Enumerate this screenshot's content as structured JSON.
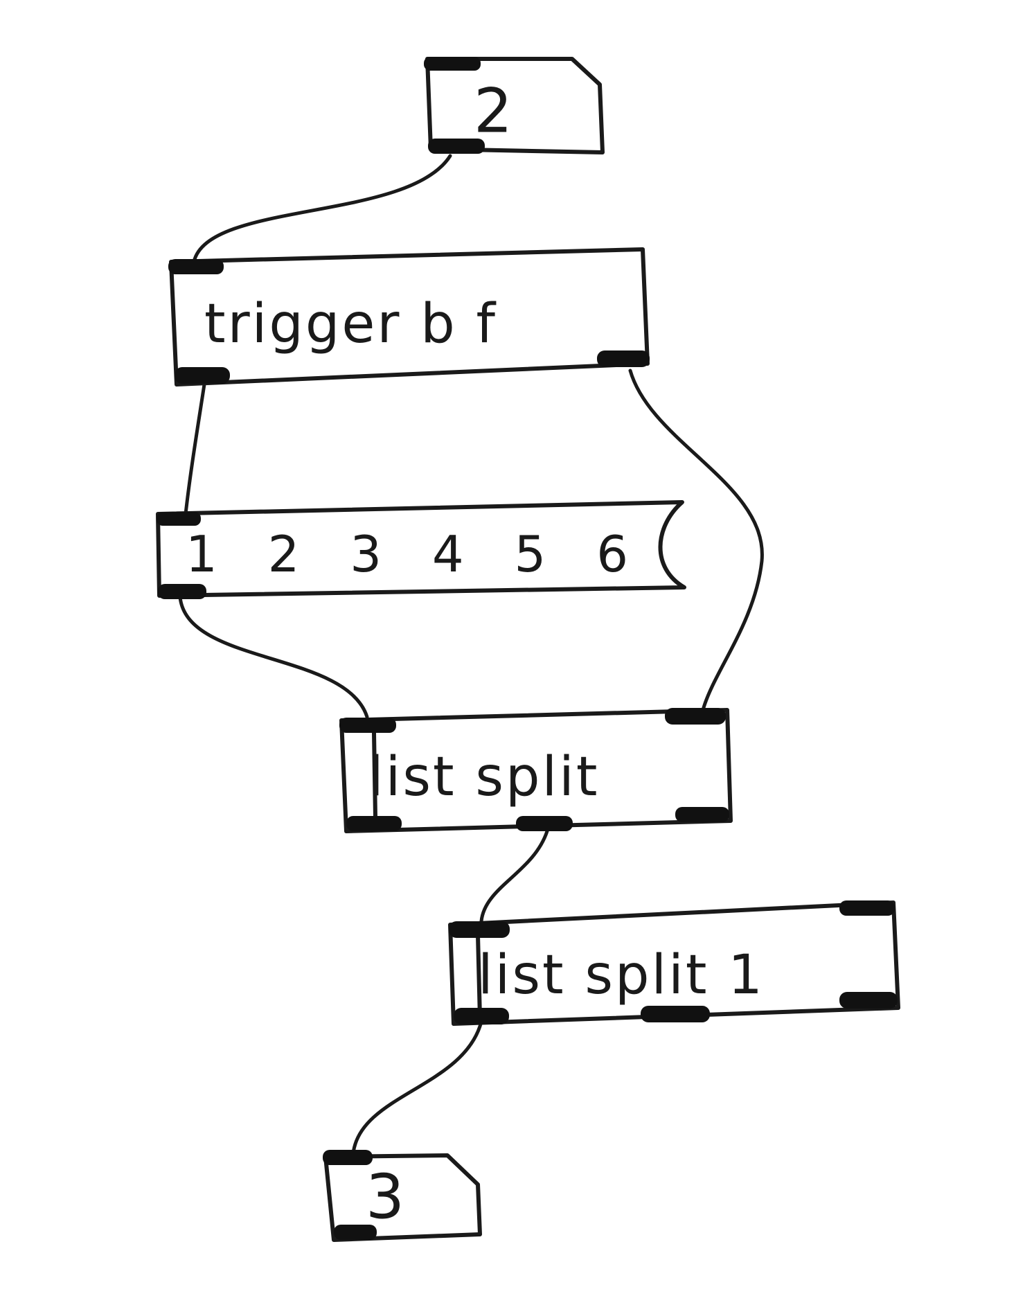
{
  "patch": {
    "number_top": {
      "value": "2"
    },
    "trigger_object": {
      "text": "trigger b f"
    },
    "message_box": {
      "text": "1 2 3 4 5 6"
    },
    "list_split_object": {
      "text": "list split"
    },
    "list_split_1_object": {
      "text": "list split 1"
    },
    "number_bottom": {
      "value": "3"
    }
  }
}
